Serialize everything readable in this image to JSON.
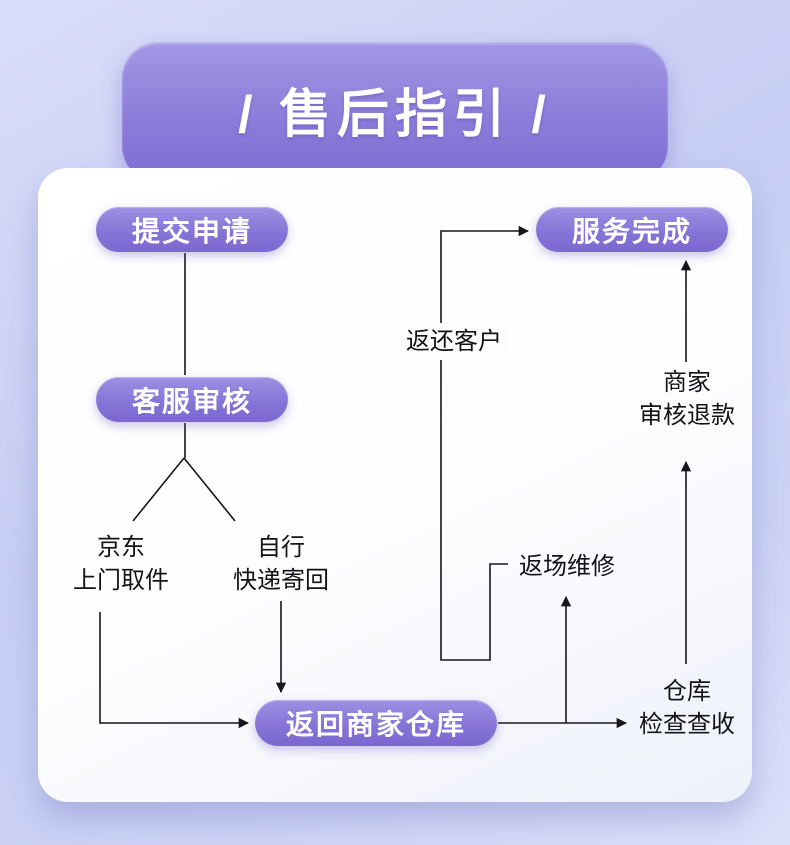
{
  "banner": {
    "title": "/ 售后指引 /"
  },
  "flow": {
    "nodes": {
      "submit": "提交申请",
      "complete": "服务完成",
      "review": "客服审核",
      "warehouse_return": "返回商家仓库",
      "jd_pickup": [
        "京东",
        "上门取件"
      ],
      "self_ship": [
        "自行",
        "快递寄回"
      ],
      "merchant_refund": [
        "商家",
        "审核退款"
      ],
      "warehouse_check": [
        "仓库",
        "检查查收"
      ],
      "repair": "返场维修",
      "return_customer": "返还客户"
    },
    "edges": [
      {
        "from": "提交申请",
        "to": "客服审核"
      },
      {
        "from": "客服审核",
        "to": "京东上门取件"
      },
      {
        "from": "客服审核",
        "to": "自行快递寄回"
      },
      {
        "from": "京东上门取件",
        "to": "返回商家仓库"
      },
      {
        "from": "自行快递寄回",
        "to": "返回商家仓库"
      },
      {
        "from": "返回商家仓库",
        "to": "仓库检查查收"
      },
      {
        "from": "仓库检查查收",
        "to": "商家审核退款"
      },
      {
        "from": "商家审核退款",
        "to": "服务完成"
      },
      {
        "from": "返回商家仓库",
        "to": "返场维修"
      },
      {
        "from": "返场维修",
        "to": "服务完成",
        "label": "返还客户"
      }
    ],
    "colors": {
      "accent_purple": "#8877d6",
      "pill_gradient_top": "#9d90e3",
      "pill_gradient_bottom": "#7a68d0",
      "card_background": "#fdfdfe",
      "page_background": "#ccd3f5",
      "line_color": "#17171b",
      "text_color": "#141418"
    }
  }
}
